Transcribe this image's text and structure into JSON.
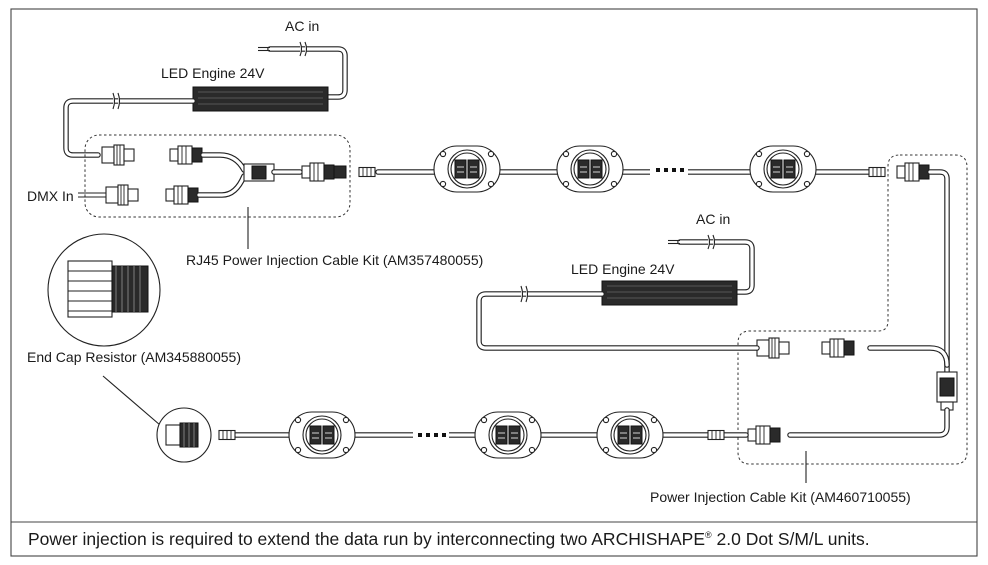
{
  "labels": {
    "ac_in_top": "AC in",
    "led_engine_top": "LED Engine 24V",
    "dmx_in": "DMX In",
    "rj45_kit": "RJ45 Power Injection Cable Kit (AM357480055)",
    "ac_in_mid": "AC in",
    "led_engine_mid": "LED Engine 24V",
    "end_cap": "End Cap Resistor (AM345880055)",
    "power_kit": "Power Injection Cable Kit (AM460710055)"
  },
  "caption": {
    "before": "Power injection is required to extend the data run by interconnecting two ARCHISHAPE",
    "reg": "®",
    "after": " 2.0 Dot S/M/L units."
  }
}
